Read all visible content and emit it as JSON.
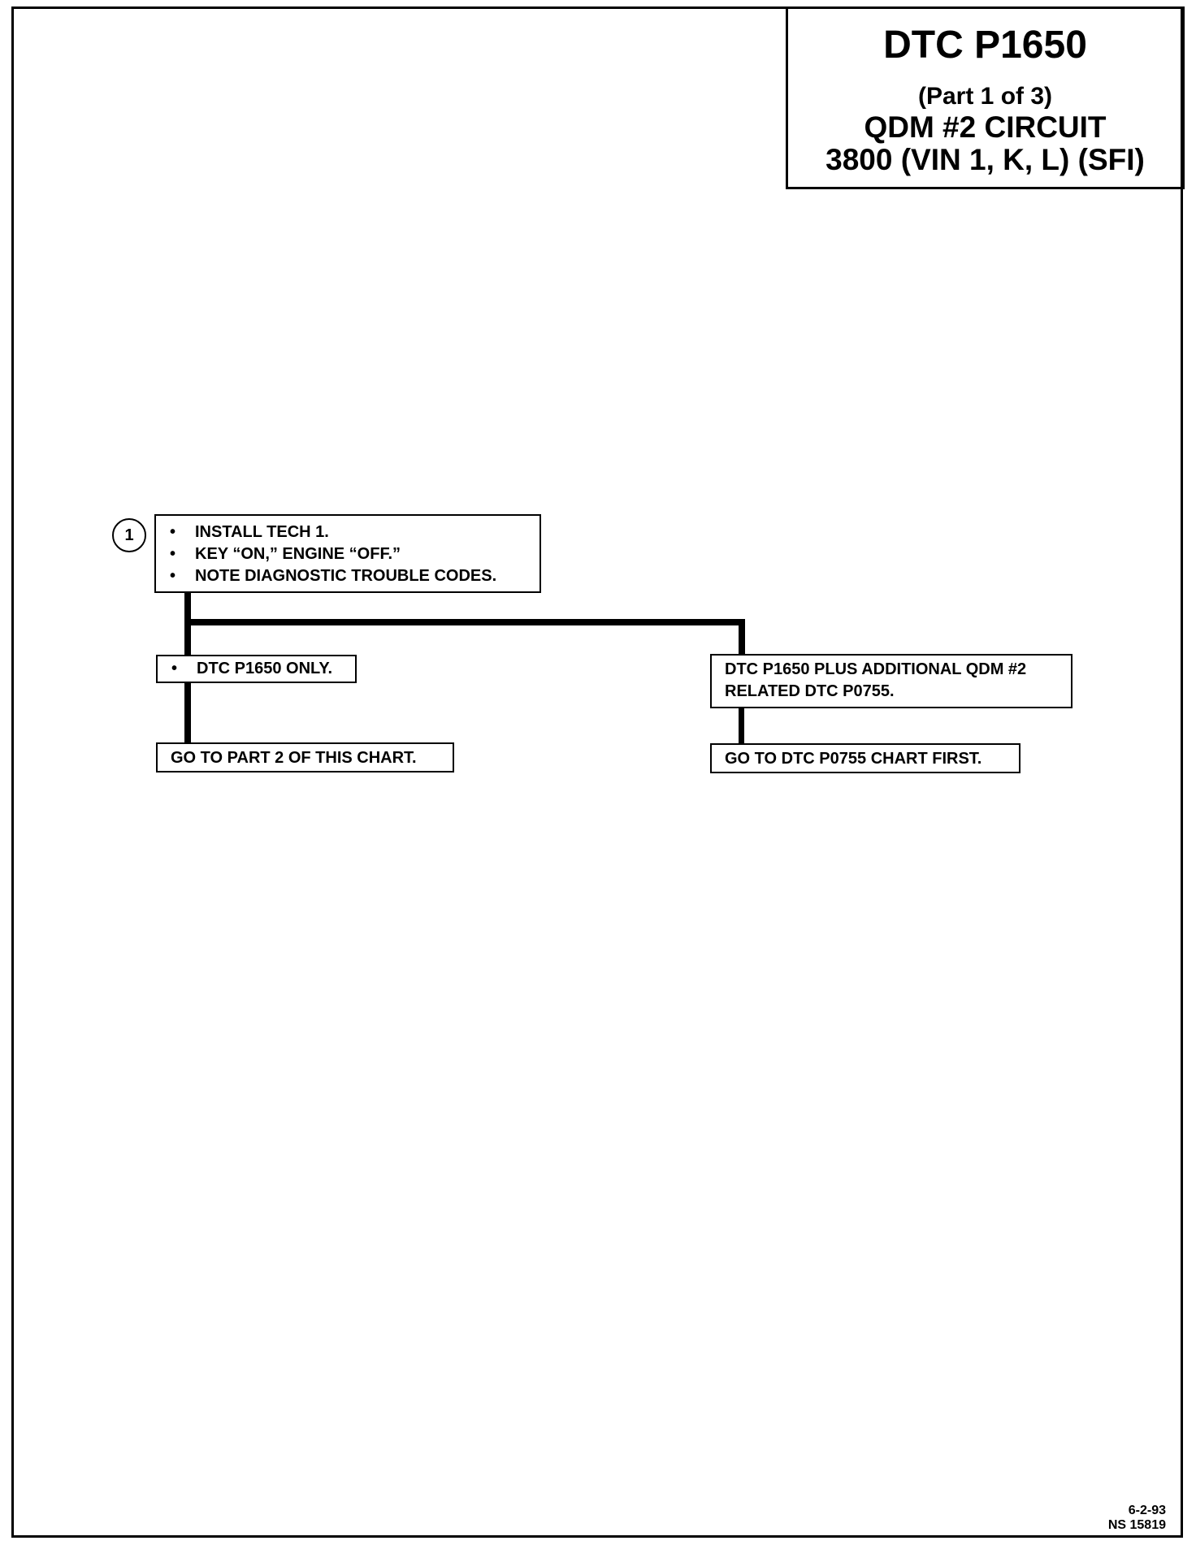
{
  "title": {
    "code": "DTC P1650",
    "part": "(Part  1 of 3)",
    "circuit": "QDM #2 CIRCUIT",
    "engine": "3800  (VIN 1, K, L)  (SFI)"
  },
  "step1": {
    "number": "1",
    "items": [
      "INSTALL TECH 1.",
      "KEY “ON,” ENGINE “OFF.”",
      "NOTE DIAGNOSTIC TROUBLE CODES."
    ]
  },
  "branch_left": {
    "condition": "DTC P1650 ONLY.",
    "action": "GO TO PART 2 OF THIS CHART."
  },
  "branch_right": {
    "condition_line1": "DTC P1650 PLUS ADDITIONAL QDM #2",
    "condition_line2": "RELATED DTC P0755.",
    "action": "GO TO DTC P0755 CHART FIRST."
  },
  "bullet_glyph": "•",
  "footer": {
    "date": "6-2-93",
    "ref": "NS 15819"
  }
}
